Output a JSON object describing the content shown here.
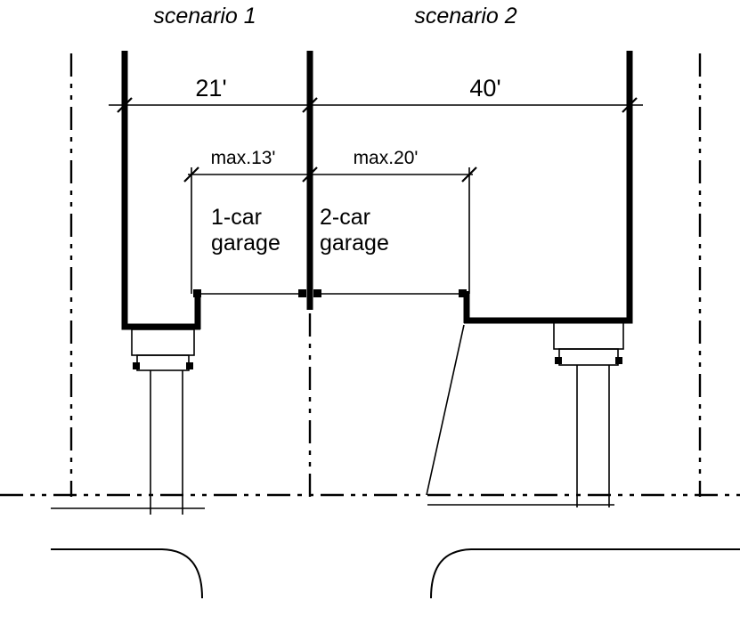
{
  "scenario1": {
    "title": "scenario 1",
    "lot_width": "21'",
    "max_width": "max.13'",
    "garage_line1": "1-car",
    "garage_line2": "garage"
  },
  "scenario2": {
    "title": "scenario 2",
    "lot_width": "40'",
    "max_width": "max.20'",
    "garage_line1": "2-car",
    "garage_line2": "garage"
  },
  "colors": {
    "line": "#000000",
    "background": "#ffffff"
  }
}
